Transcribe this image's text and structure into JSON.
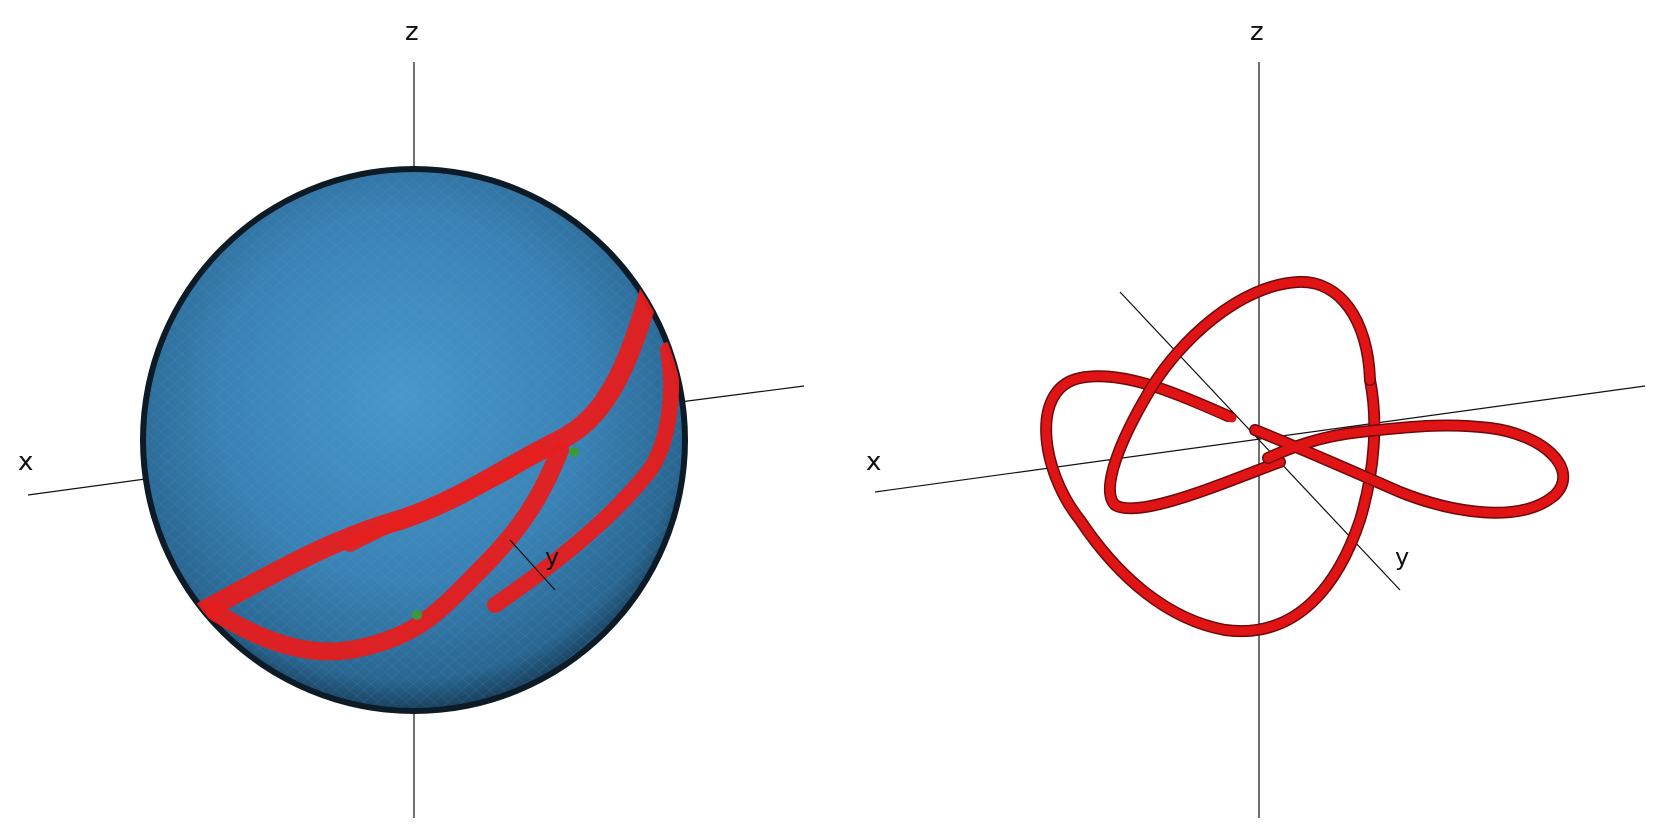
{
  "panels": {
    "left": {
      "axes": {
        "x_label": "x",
        "y_label": "y",
        "z_label": "z"
      },
      "sphere_color": "#3d86b8",
      "band_color": "#e61e1e",
      "marker_color": "#3a9a3a"
    },
    "right": {
      "axes": {
        "x_label": "x",
        "y_label": "y",
        "z_label": "z"
      },
      "tube_color": "#e01414",
      "tube_shadow_color": "#7a0a0a"
    }
  },
  "colors": {
    "axis_line": "#111111",
    "background": "#ffffff"
  }
}
